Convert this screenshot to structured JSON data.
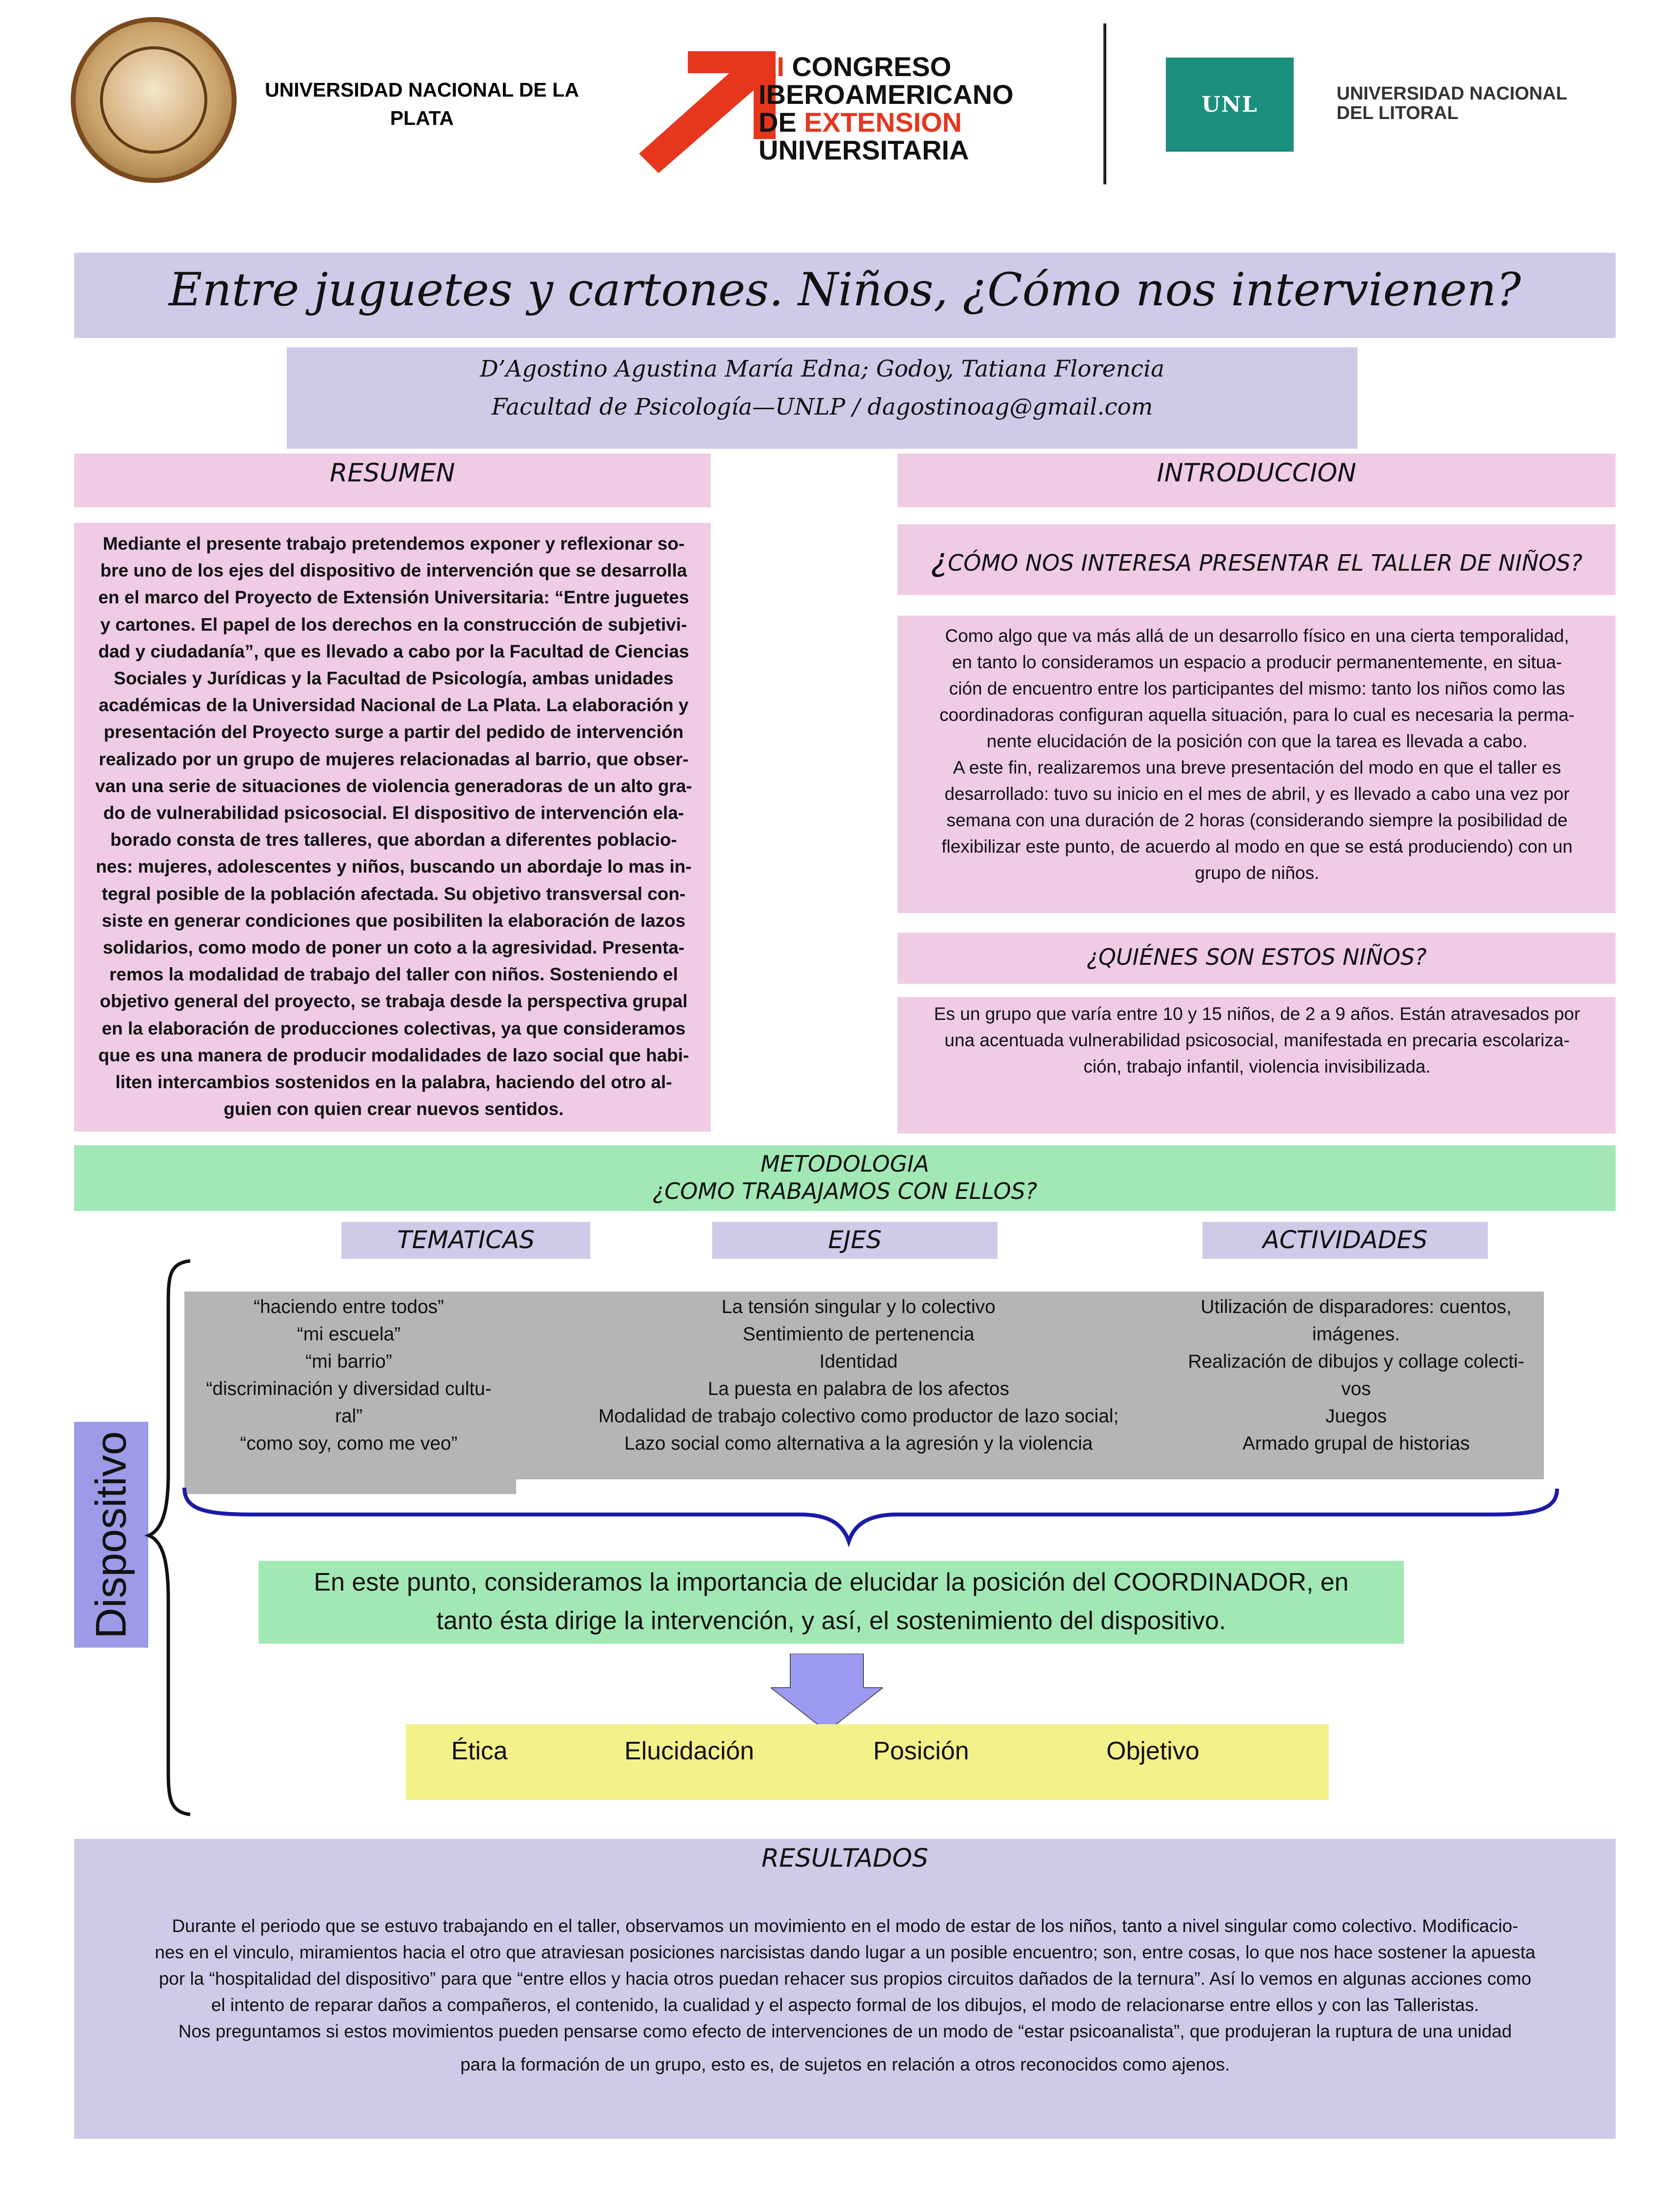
{
  "header": {
    "unlp_name_lines": [
      "UNIVERSIDAD NACIONAL DE LA",
      "PLATA"
    ],
    "congreso_line1_prefix": "XI",
    "congreso_line1_rest": " CONGRESO",
    "congreso_line2": "IBEROAMERICANO",
    "congreso_line3_prefix": "DE ",
    "congreso_line3_highlight": "EXTENSION",
    "congreso_line4": "UNIVERSITARIA",
    "unl_logo_text": "UNL",
    "unl_name_lines": [
      "UNIVERSIDAD NACIONAL",
      "DEL LITORAL"
    ]
  },
  "title": "Entre juguetes y cartones. Niños, ¿Cómo nos intervienen?",
  "authors": {
    "names": "D’Agostino Agustina María Edna; Godoy, Tatiana Florencia",
    "affiliation": "Facultad de Psicología—UNLP / dagostinoag@gmail.com"
  },
  "resumen": {
    "heading": "RESUMEN",
    "lines": [
      "Mediante el presente trabajo pretendemos exponer y reflexionar so-",
      "bre uno de los ejes del dispositivo de intervención que se desarrolla",
      "en el marco del Proyecto de Extensión Universitaria: “Entre juguetes",
      "y cartones. El papel de los derechos en la construcción de subjetivi-",
      "dad y ciudadanía”, que es llevado a cabo por la Facultad de Ciencias",
      "Sociales y Jurídicas y la Facultad de Psicología, ambas unidades",
      "académicas de la Universidad Nacional de La Plata.  La elaboración y",
      "presentación del Proyecto surge a partir del pedido de intervención",
      "realizado por un grupo de mujeres relacionadas al barrio, que obser-",
      "van una serie de situaciones de violencia generadoras de un alto gra-",
      "do de vulnerabilidad psicosocial. El dispositivo de intervención ela-",
      "borado consta de tres talleres, que abordan a diferentes poblacio-",
      "nes: mujeres, adolescentes y niños, buscando un abordaje lo mas in-",
      "tegral posible de la población afectada. Su objetivo transversal con-",
      "siste en generar condiciones que posibiliten la elaboración de lazos",
      "solidarios, como modo de poner un coto a la agresividad. Presenta-",
      "remos la modalidad de trabajo del taller con niños. Sosteniendo el",
      "objetivo general del proyecto, se trabaja desde la perspectiva grupal",
      "en la elaboración de producciones colectivas, ya que consideramos",
      "que es una manera de producir modalidades de lazo social que habi-",
      "liten intercambios sostenidos en la palabra, haciendo del otro al-",
      "guien con quien crear nuevos sentidos."
    ]
  },
  "introduccion": {
    "heading": "INTRODUCCION",
    "question1_mark": "¿",
    "question1_text": "CÓMO NOS INTERESA PRESENTAR EL TALLER DE NIÑOS?",
    "text_lines": [
      "Como algo que va más allá de un desarrollo físico en una cierta temporalidad,",
      "en tanto lo consideramos un espacio a producir permanentemente, en situa-",
      "ción de encuentro entre los participantes del mismo: tanto los niños como las",
      "coordinadoras configuran aquella situación, para lo cual es necesaria la perma-",
      "nente elucidación de la posición con que la tarea es llevada a cabo.",
      "A este fin, realizaremos una breve presentación del modo en que el taller es",
      "desarrollado: tuvo su inicio en el  mes de abril, y es llevado a cabo una vez por",
      "semana con una duración de 2 horas (considerando siempre la posibilidad de",
      "flexibilizar este punto, de acuerdo al modo en que se está produciendo) con un",
      "grupo de niños."
    ],
    "question2": "¿QUIÉNES SON ESTOS NIÑOS?",
    "ninos_lines": [
      "Es un grupo que varía entre 10 y 15 niños, de 2 a 9 años. Están atravesados por",
      "una acentuada vulnerabilidad psicosocial, manifestada en precaria escolariza-",
      "ción, trabajo infantil, violencia invisibilizada."
    ]
  },
  "metodologia": {
    "heading": "METODOLOGIA",
    "subheading": "¿COMO TRABAJAMOS CON ELLOS?",
    "col_tematicas": "TEMATICAS",
    "col_ejes": "EJES",
    "col_actividades": "ACTIVIDADES",
    "tematicas": [
      "“haciendo entre todos”",
      "“mi escuela”",
      "“mi barrio”",
      "“discriminación y diversidad cultu-",
      "ral”",
      "“como soy, como me veo”"
    ],
    "ejes": [
      "La tensión singular y lo colectivo",
      "Sentimiento de pertenencia",
      "Identidad",
      "La puesta en palabra de los afectos",
      "Modalidad de trabajo colectivo como productor de lazo social;",
      "Lazo social como alternativa a la agresión y la violencia"
    ],
    "actividades": [
      "Utilización de disparadores: cuentos,",
      "imágenes.",
      "Realización de dibujos y collage colecti-",
      "vos",
      "Juegos",
      "Armado grupal de historias"
    ],
    "dispositivo_label": "Dispositivo",
    "coordinador_lines": [
      "En este punto, consideramos la importancia de elucidar la posición del COORDINADOR, en",
      "tanto ésta dirige la intervención, y así, el sostenimiento del dispositivo."
    ],
    "keywords": [
      "Ética",
      "Elucidación",
      "Posición",
      "Objetivo"
    ]
  },
  "resultados": {
    "heading": "RESULTADOS",
    "lines": [
      "Durante el periodo que se estuvo trabajando en el taller, observamos un movimiento en el modo de estar de los niños, tanto a nivel singular como colectivo. Modificacio-",
      "nes en el vinculo, miramientos hacia el otro que atraviesan posiciones narcisistas dando lugar a un posible encuentro; son, entre cosas, lo que nos hace sostener la apuesta",
      "por la “hospitalidad del dispositivo” para que “entre ellos y hacia otros puedan rehacer sus propios circuitos dañados de la ternura”. Así lo vemos en algunas acciones como",
      "el intento de reparar daños a compañeros, el contenido, la cualidad y el aspecto formal de los dibujos, el modo de relacionarse entre ellos y con las Talleristas.",
      "Nos preguntamos si estos movimientos pueden pensarse como efecto de intervenciones de un modo de “estar psicoanalista”, que produjeran la ruptura de una unidad",
      "para la formación de un grupo, esto es, de sujetos en relación a otros reconocidos como ajenos."
    ]
  },
  "colors": {
    "lavender": "#cdcbe8",
    "pink": "#efcbe4",
    "green": "#a2e8b5",
    "gray": "#b5b5b5",
    "yellow": "#f3f28a",
    "dispositivo": "#9d9ae8",
    "congreso_red": "#e6361d",
    "unl_teal": "#1b8f7d",
    "bracket_blue": "#1a1aa8"
  }
}
